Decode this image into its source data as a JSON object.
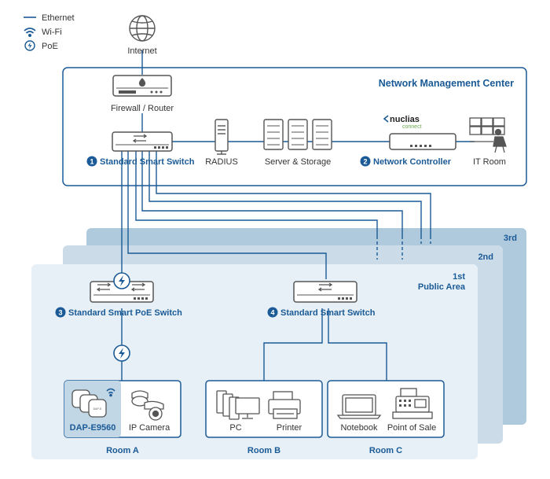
{
  "legend": {
    "ethernet": "Ethernet",
    "wifi": "Wi-Fi",
    "poe": "PoE"
  },
  "internet_label": "Internet",
  "nmc": {
    "title": "Network Management Center",
    "firewall_label": "Firewall / Router",
    "switch1_num": "1",
    "switch1_label": "Standard Smart Switch",
    "radius_label": "RADIUS",
    "server_label": "Server & Storage",
    "controller_num": "2",
    "controller_label": "Network Controller",
    "itroom_label": "IT Room",
    "nuclias_brand": "nuclias",
    "nuclias_sub": "connect"
  },
  "floors": {
    "third": "3rd",
    "second": "2nd",
    "first": "1st",
    "first_sub": "Public Area"
  },
  "switch3": {
    "num": "3",
    "label": "Standard Smart PoE Switch"
  },
  "switch4": {
    "num": "4",
    "label": "Standard Smart Switch"
  },
  "roomA": {
    "label": "Room A",
    "ap_label": "DAP-E9560",
    "ap_tag": "DAP-E",
    "camera_label": "IP Camera"
  },
  "roomB": {
    "label": "Room B",
    "pc_label": "PC",
    "printer_label": "Printer"
  },
  "roomC": {
    "label": "Room C",
    "notebook_label": "Notebook",
    "pos_label": "Point of Sale"
  },
  "colors": {
    "primary": "#1a5a96",
    "floor_light": "#e6eff5",
    "floor_mid": "#c9dbe7",
    "floor_dark": "#aec9da",
    "device_gray": "#555555"
  }
}
